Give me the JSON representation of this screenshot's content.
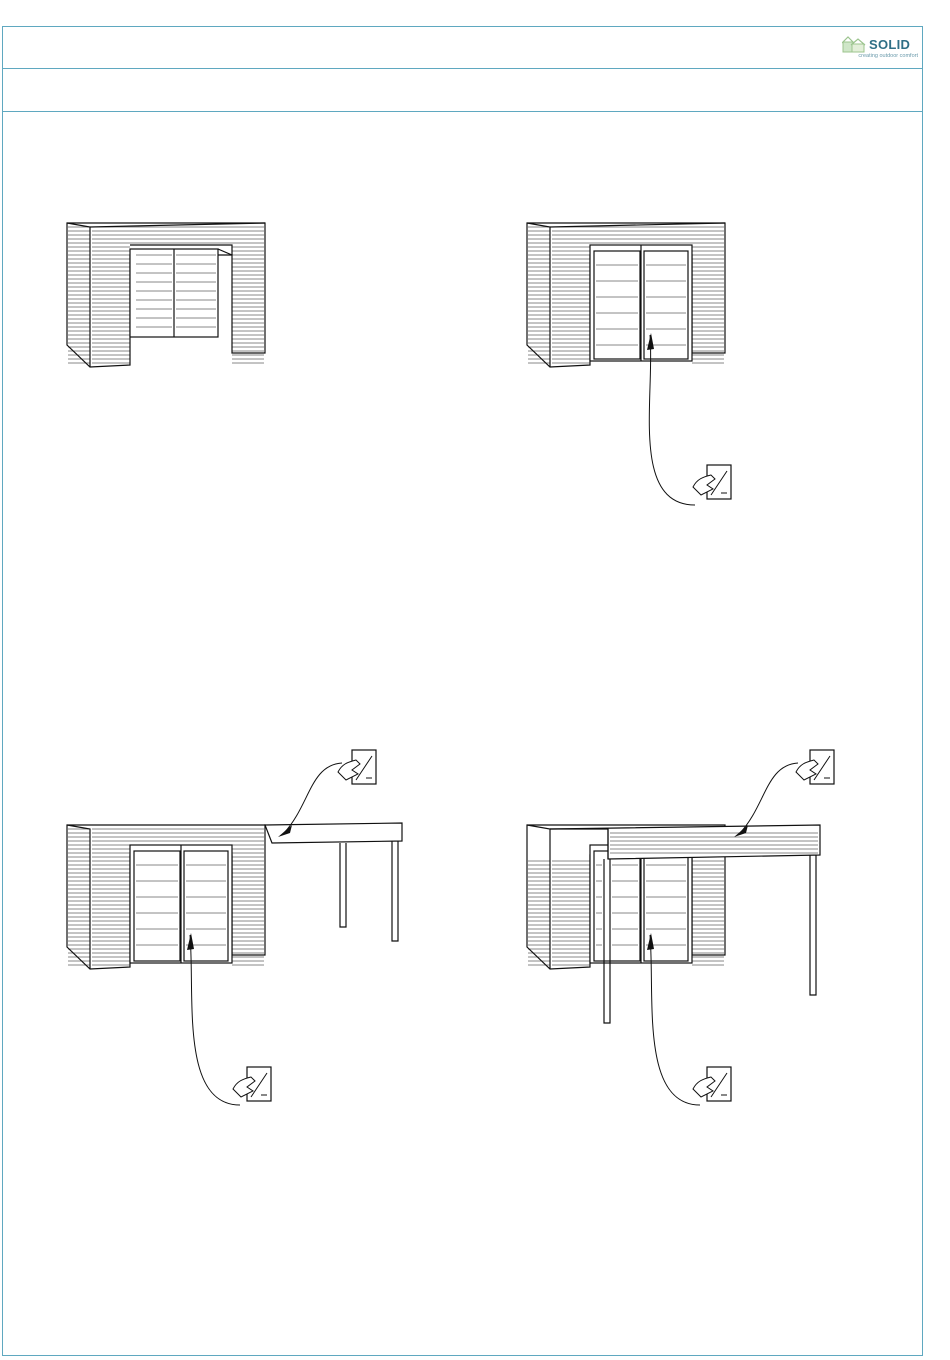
{
  "brand": {
    "name": "SOLID",
    "tagline": "creating outdoor comfort",
    "color": "#2f6f86",
    "icon": "house-logo-icon"
  },
  "frame_color": "#5fa8c0",
  "figures": [
    {
      "name": "shed-without-doors",
      "callouts": 0
    },
    {
      "name": "shed-with-doors",
      "callouts": 1
    },
    {
      "name": "shed-with-canopy-separate",
      "callouts": 2
    },
    {
      "name": "shed-with-canopy-attached",
      "callouts": 2
    }
  ]
}
